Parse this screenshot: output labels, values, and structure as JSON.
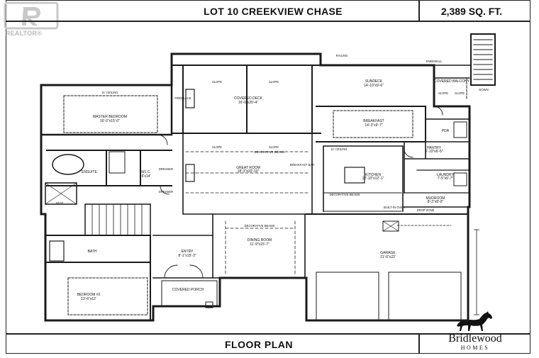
{
  "header": {
    "title": "LOT 10 CREEKVIEW CHASE",
    "area": "2,389 SQ. FT."
  },
  "watermark": {
    "text": "REALTOR®",
    "icon": "realtor-r-logo"
  },
  "footer": {
    "label": "FLOOR PLAN"
  },
  "brand": {
    "name": "Bridlewood",
    "sub": "HOMES",
    "icon": "horse-logo"
  },
  "plan": {
    "rooms": [
      {
        "key": "master-bedroom",
        "name": "MASTER BEDROOM",
        "dims": "16'-0\"x15'-0\""
      },
      {
        "key": "covered-deck",
        "name": "COVERED DECK",
        "dims": "16'-0\"x20'-4\""
      },
      {
        "key": "sundeck",
        "name": "SUNDECK",
        "dims": "14'-10\"x9'-6\""
      },
      {
        "key": "covered-balcony",
        "name": "COVERED BALCONY",
        "dims": ""
      },
      {
        "key": "breakfast",
        "name": "BREAKFAST",
        "dims": "14'-3\"x9'-7\""
      },
      {
        "key": "pdr",
        "name": "PDR",
        "dims": ""
      },
      {
        "key": "pantry",
        "name": "PANTRY",
        "dims": "6'-10\"x6'-5\""
      },
      {
        "key": "wic",
        "name": "W.I.C.",
        "dims": "6'x14'"
      },
      {
        "key": "ensuite",
        "name": "ENSUITE",
        "dims": ""
      },
      {
        "key": "great-room",
        "name": "GREAT ROOM",
        "dims": "18'-3\"x20'-10\""
      },
      {
        "key": "kitchen",
        "name": "KITCHEN",
        "dims": "12'-10\"x12'-1\""
      },
      {
        "key": "laundry",
        "name": "LAUNDRY",
        "dims": "7'-5\"x5'-7\""
      },
      {
        "key": "mudroom",
        "name": "MUDROOM",
        "dims": "8'-3\"x8'-0\""
      },
      {
        "key": "bath",
        "name": "BATH",
        "dims": ""
      },
      {
        "key": "dining-room",
        "name": "DINING ROOM",
        "dims": "11'-9\"x15'-7\""
      },
      {
        "key": "entry",
        "name": "ENTRY",
        "dims": "8'-1\"x15'-3\""
      },
      {
        "key": "garage",
        "name": "GARAGE",
        "dims": "21'-6\"x22'"
      },
      {
        "key": "bedroom-2",
        "name": "BEDROOM #2",
        "dims": "13'-6\"x12'"
      },
      {
        "key": "covered-porch",
        "name": "COVERED PORCH",
        "dims": ""
      }
    ],
    "notes": [
      {
        "key": "railing",
        "text": "RAILING"
      },
      {
        "key": "kneewall",
        "text": "KNEEWALL"
      },
      {
        "key": "down",
        "text": "DOWN"
      },
      {
        "key": "slope-1",
        "text": "SLOPE"
      },
      {
        "key": "slope-2",
        "text": "SLOPE"
      },
      {
        "key": "slope-3",
        "text": "SLOPE"
      },
      {
        "key": "slope-4",
        "text": "SLOPE"
      },
      {
        "key": "slope-5",
        "text": "SLOPE"
      },
      {
        "key": "slope-6",
        "text": "SLOPE"
      },
      {
        "key": "ceiling-1",
        "text": "11' CEILING"
      },
      {
        "key": "ceiling-2",
        "text": "11' CEILING"
      },
      {
        "key": "decorative-beams-1",
        "text": "DECORATIVE BEAMS"
      },
      {
        "key": "decorative-beams-2",
        "text": "DECORATIVE BEAMS"
      },
      {
        "key": "decorative-beams-3",
        "text": "DECORATIVE BEAMS"
      },
      {
        "key": "breakfast-bar",
        "text": "BREAKFAST BAR"
      },
      {
        "key": "drop-zone",
        "text": "DROP ZONE"
      },
      {
        "key": "built-in-oven",
        "text": "BUILT-IN OVEN"
      },
      {
        "key": "seat",
        "text": "SEAT"
      },
      {
        "key": "dresser-1",
        "text": "DRESSER"
      },
      {
        "key": "dresser-2",
        "text": "DRESSER"
      },
      {
        "key": "fireplace",
        "text": "FIREPLACE"
      }
    ]
  }
}
